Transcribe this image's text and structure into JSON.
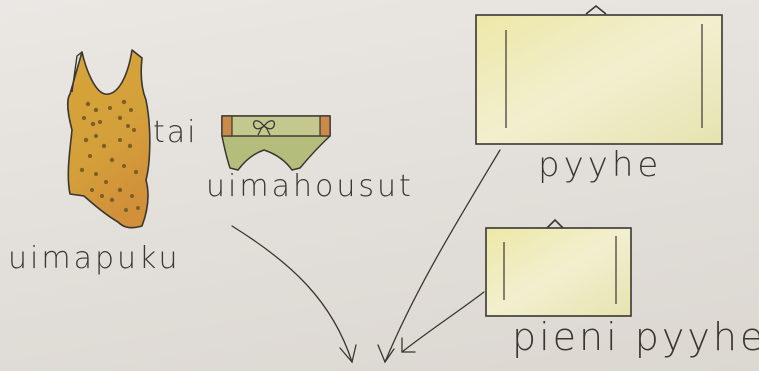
{
  "labels": {
    "swimsuit": "uimapuku",
    "or": "tai",
    "swim_trunks": "uimahousut",
    "towel": "pyyhe",
    "small_towel": "pieni pyyhe"
  },
  "colors": {
    "paper": "#e4e0dc",
    "ink": "#3a3632",
    "swimsuit_fill": "#d8a93a",
    "swimsuit_dots": "#8a6a2a",
    "trunks_fill": "#b9bf7e",
    "trunks_band": "#c98a4a",
    "towel_fill": "#ece9b8"
  },
  "icons": [
    "swimsuit-drawing",
    "swim-trunks-drawing",
    "towel-drawing",
    "small-towel-drawing",
    "arrow-icon"
  ]
}
